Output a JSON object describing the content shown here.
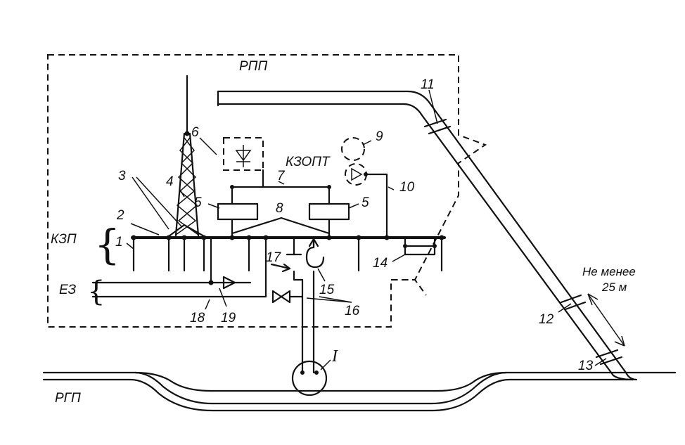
{
  "zones": {
    "rpp": "РПП",
    "rgp": "РГП",
    "kzp": "КЗП",
    "ez": "ЕЗ",
    "kzopt": "КЗОПТ"
  },
  "numbers": {
    "n1": "1",
    "n2": "2",
    "n3": "3",
    "n4": "4",
    "n5a": "5",
    "n5b": "5",
    "n6": "6",
    "n7": "7",
    "n8": "8",
    "n9": "9",
    "n10": "10",
    "n11": "11",
    "n12": "12",
    "n13": "13",
    "n14": "14",
    "n15": "15",
    "n16": "16",
    "n17": "17",
    "n18": "18",
    "n19": "19",
    "roman": "I"
  },
  "distance": {
    "line1": "Не менее",
    "line2": "25 м"
  }
}
